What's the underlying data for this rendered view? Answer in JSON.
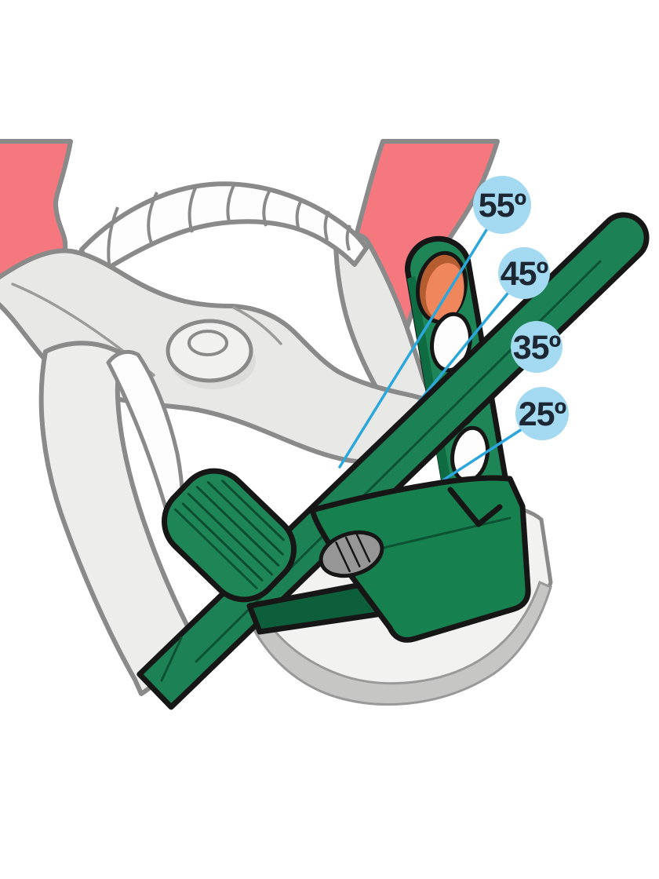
{
  "figure": {
    "description": "Illustrated diagram of pruning shears with a green sharpening angle guide clamped on the blade; four angle callouts point to the guide holes",
    "callouts": [
      {
        "id": "55",
        "label": "55º"
      },
      {
        "id": "45",
        "label": "45º"
      },
      {
        "id": "35",
        "label": "35º"
      },
      {
        "id": "25",
        "label": "25º"
      }
    ],
    "colors": {
      "background": "#FFFFFF",
      "handle_red": "#F4787E",
      "outline_gray": "#8A8A8A",
      "body_gray": "#E8E8E7",
      "body_gray_light": "#EDEDEC",
      "bolt_gray": "#F1F1F0",
      "bolt_shadow": "#DCDCDB",
      "blade_white": "#FDFDFD",
      "blade_face": "#F2F2F1",
      "blade_silver": "#C6C6C5",
      "tool_green": "#1E8556",
      "tool_green_dark": "#0E6B42",
      "clamp_green": "#17804F",
      "clamp_lip_green": "#0D5E3A",
      "rod_green": "#1C8154",
      "outline_black": "#161616",
      "hole_orange": "#F0875C",
      "hole_orange_rim": "#B55C31",
      "screw_gray": "#969696",
      "callout_fill": "#A3D9F1",
      "callout_text": "#1C2733",
      "leader_line": "#2BA7DC"
    }
  }
}
